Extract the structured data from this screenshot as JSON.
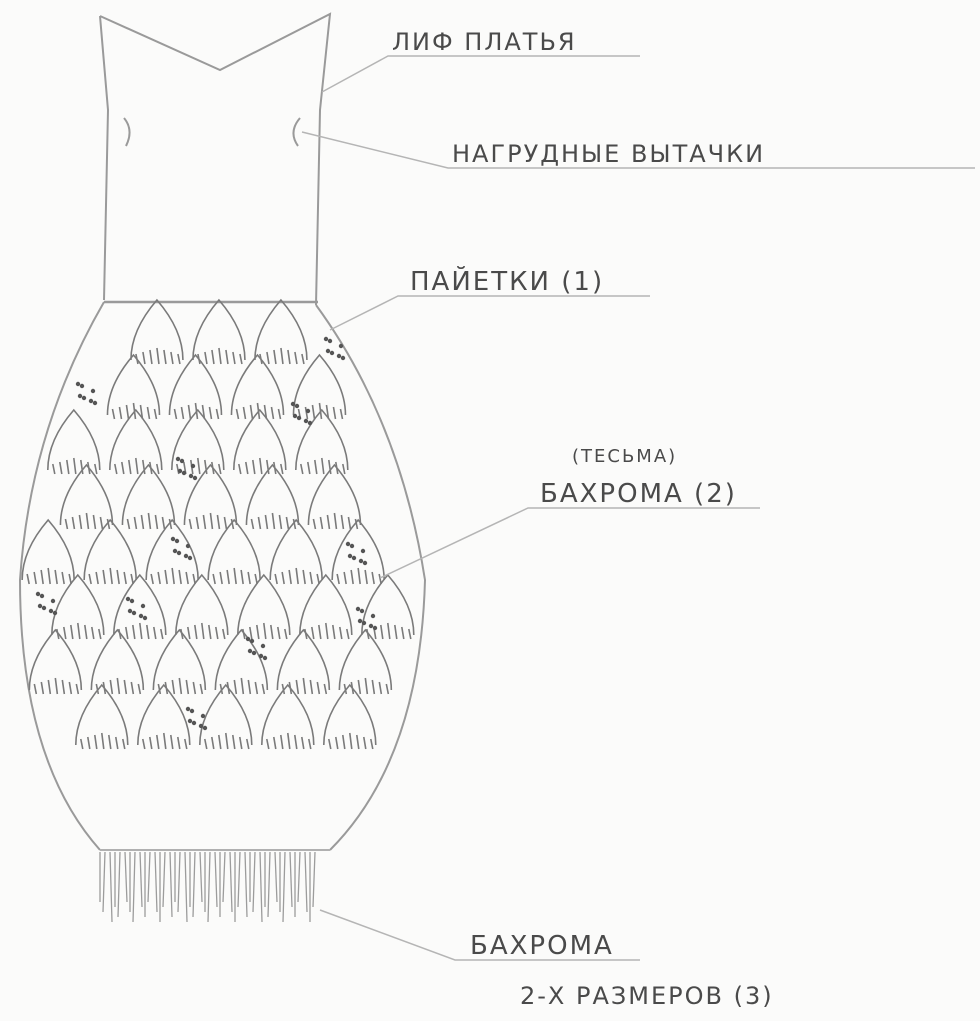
{
  "labels": {
    "bodice": "ЛИФ ПЛАТЬЯ",
    "darts": "НАГРУДНЫЕ ВЫТАЧКИ",
    "sequins": "ПАЙЕТКИ (1)",
    "braid": "(ТЕСЬМА)",
    "fringe_main": "БАХРОМА (2)",
    "fringe_sizes_line1": "БАХРОМА",
    "fringe_sizes_line2": "2-Х РАЗМЕРОВ (3)"
  },
  "colors": {
    "paper": "#fbfbfa",
    "pencil": "#6f6f6f",
    "pencil_light": "#a8a8a8",
    "text": "#4a4a4a"
  }
}
